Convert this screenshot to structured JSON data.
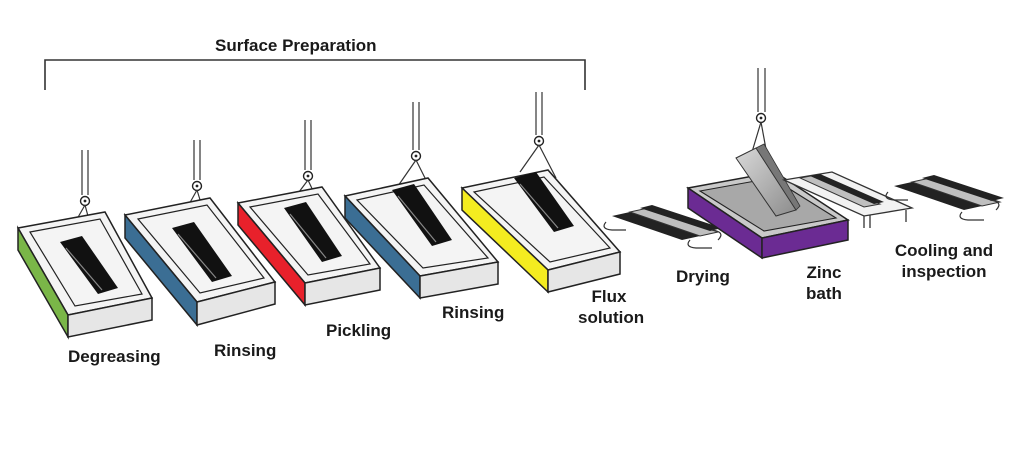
{
  "diagram": {
    "bracket_label": "Surface Preparation",
    "stages": [
      {
        "label": "Degreasing",
        "color": "#7ab648"
      },
      {
        "label": "Rinsing",
        "color": "#3b6e94"
      },
      {
        "label": "Pickling",
        "color": "#e8212b"
      },
      {
        "label": "Rinsing",
        "color": "#3b6e94"
      },
      {
        "label": "Flux solution",
        "color": "#f4ec20"
      },
      {
        "label": "Drying",
        "color": "#ffffff"
      },
      {
        "label": "Zinc bath",
        "color": "#6b2b93"
      },
      {
        "label": "Cooling and inspection",
        "color": "#ffffff"
      }
    ]
  }
}
